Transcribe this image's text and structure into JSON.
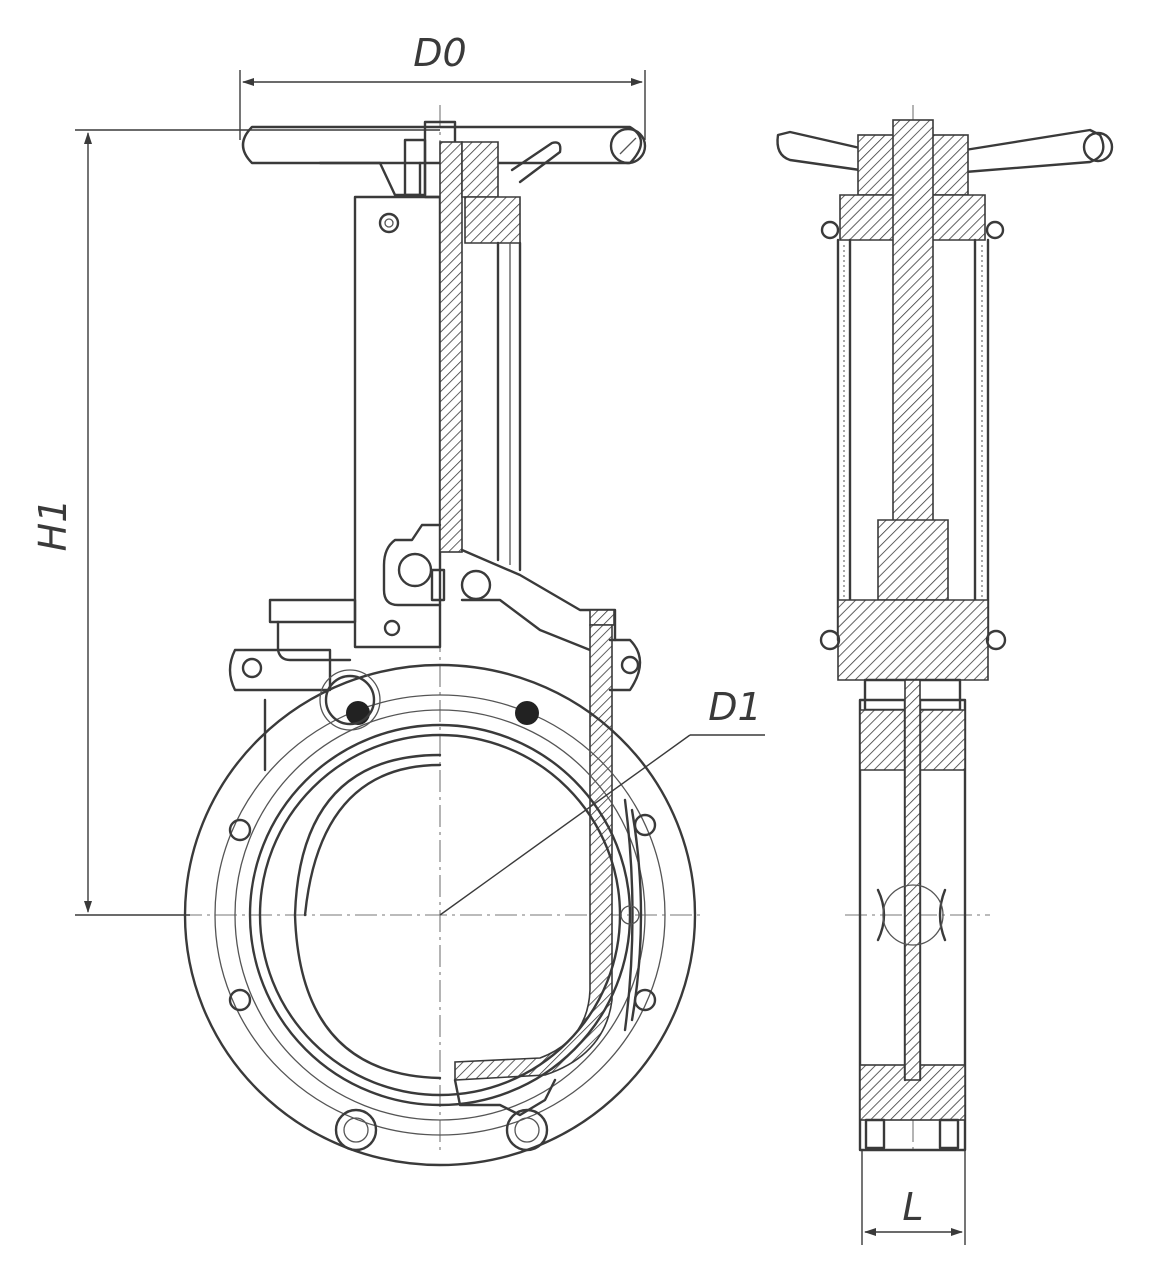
{
  "dimensions": {
    "d0": "D0",
    "h1": "H1",
    "d1": "D1",
    "l": "L"
  },
  "colors": {
    "line": "#3a3a3a",
    "background": "#ffffff"
  }
}
